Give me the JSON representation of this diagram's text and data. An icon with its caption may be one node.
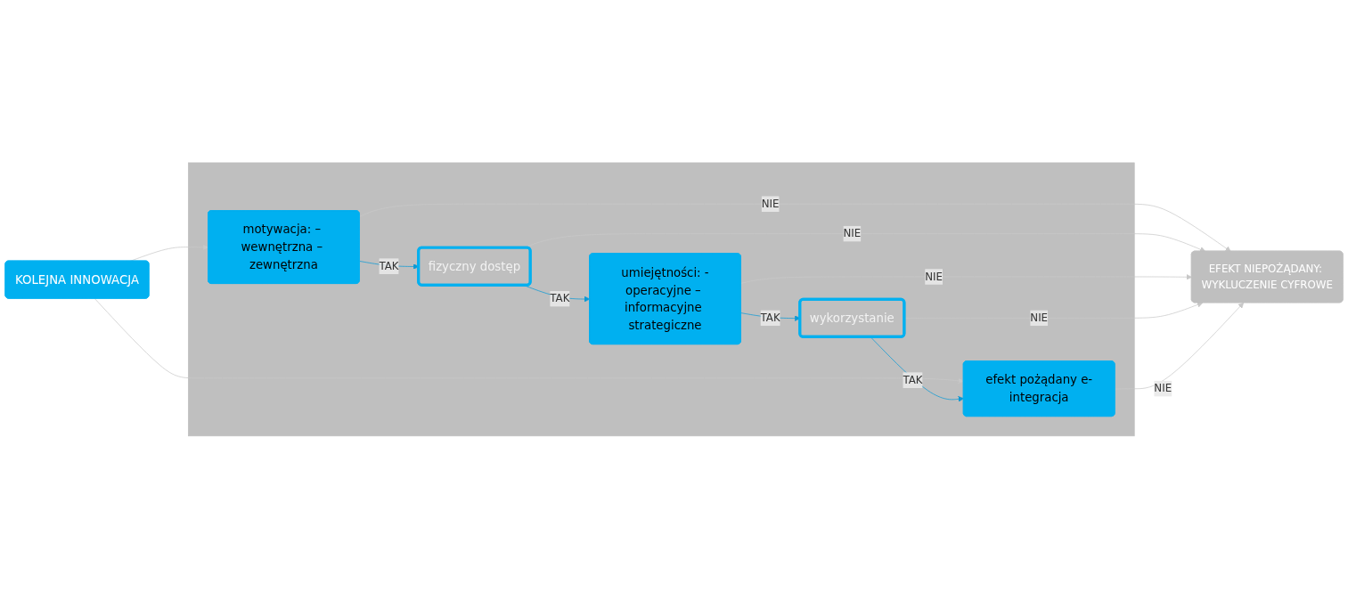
{
  "diagram": {
    "nodes": [
      {
        "text": [
          "KOLEJNA INNOWACJA"
        ]
      },
      {
        "text": [],
        "shape": "arrow"
      },
      {
        "text": [
          "motywacja: – wewnętrzna – zewnętrzna"
        ],
        "in": 1
      },
      {
        "text": [
          "fizyczny dostęp"
        ],
        "in": 1
      },
      {
        "text": [
          "umiejętności: -operacyjne – informacyjne strategiczne"
        ],
        "in": 1
      },
      {
        "text": [
          "wykorzystanie"
        ],
        "in": 1
      },
      {
        "text": [
          "efekt pożądany e-integracja"
        ],
        "in": 1
      },
      {
        "text": [
          "EFEKT NIEPOŻĄDANY: WYKLUCZENIE CYFROWE"
        ]
      }
    ],
    "edges": [
      {
        "from": 0,
        "to": 2,
        "arrow": "to"
      },
      {
        "from": 0,
        "to": 6,
        "arrow": "to"
      },
      {
        "from": 2,
        "to": 3,
        "arrow": "to",
        "label": "TAK",
        "color": "#0b9ad6"
      },
      {
        "from": 3,
        "to": 4,
        "arrow": "to",
        "label": "TAK",
        "color": "#0b9ad6"
      },
      {
        "from": 4,
        "to": 5,
        "arrow": "to",
        "label": "TAK",
        "color": "#0b9ad6"
      },
      {
        "from": 5,
        "to": 6,
        "arrow": "to",
        "label": "TAK",
        "color": "#0b9ad6"
      },
      {
        "from": 2,
        "to": 7,
        "arrow": "to",
        "label": "NIE"
      },
      {
        "from": 3,
        "to": 7,
        "arrow": "to",
        "label": "NIE"
      },
      {
        "from": 4,
        "to": 7,
        "arrow": "to",
        "label": "NIE"
      },
      {
        "from": 5,
        "to": 7,
        "arrow": "to",
        "label": "NIE"
      },
      {
        "from": 6,
        "to": 7,
        "arrow": "to",
        "label": "NIE"
      }
    ]
  }
}
